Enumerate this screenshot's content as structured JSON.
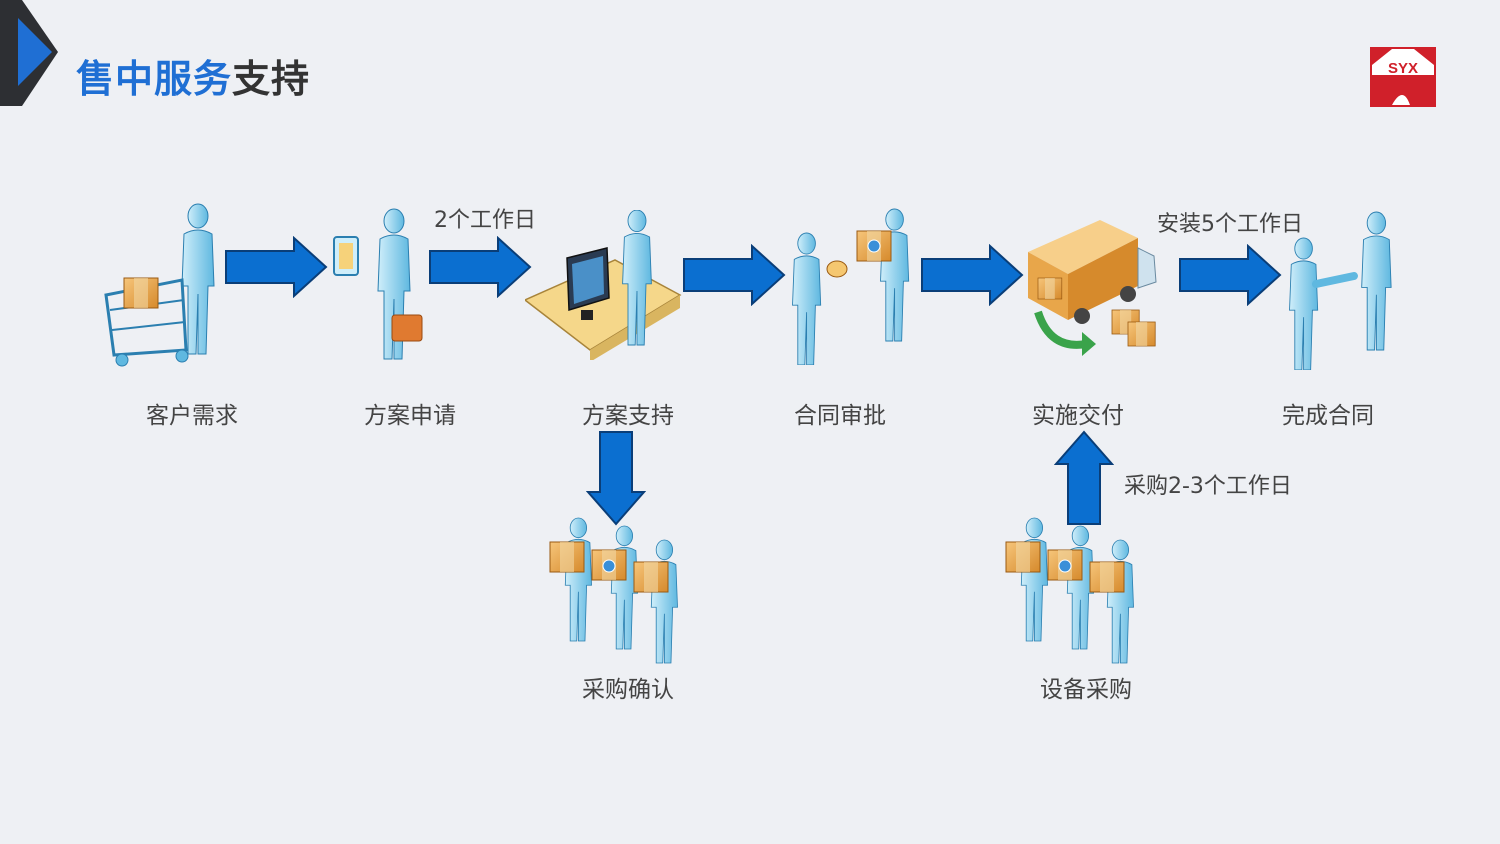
{
  "header": {
    "title_part1": "售中服务",
    "title_part2": "支持",
    "logo_text": "SYX"
  },
  "steps": [
    {
      "label": "客户需求"
    },
    {
      "label": "方案申请"
    },
    {
      "label": "方案支持"
    },
    {
      "label": "合同审批"
    },
    {
      "label": "实施交付"
    },
    {
      "label": "完成合同"
    },
    {
      "label": "采购确认"
    },
    {
      "label": "设备采购"
    }
  ],
  "notes": {
    "plan_time": "2个工作日",
    "install_time": "安装5个工作日",
    "purchase_time": "采购2-3个工作日"
  },
  "colors": {
    "accent": "#1f6fd4",
    "arrow": "#0b6fd0",
    "figure": "#8fd3ef",
    "box": "#e8a64a",
    "logo_red": "#d0202a"
  }
}
